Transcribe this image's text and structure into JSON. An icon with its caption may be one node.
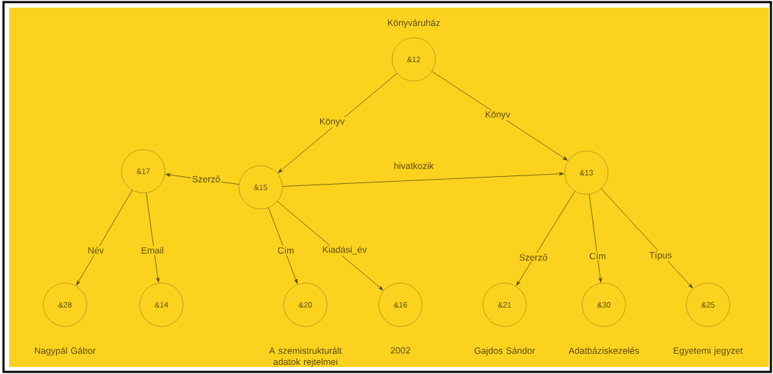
{
  "diagram": {
    "nodes": [
      {
        "text": [
          "&12"
        ],
        "beside": [
          "Könyváruház"
        ]
      },
      {
        "text": [
          "&17"
        ]
      },
      {
        "text": [
          "&15"
        ]
      },
      {
        "text": [
          "&13"
        ]
      },
      {
        "text": [
          "&28"
        ],
        "beside": [
          "Nagypál Gábor"
        ]
      },
      {
        "text": [
          "&14"
        ]
      },
      {
        "text": [
          "&20"
        ],
        "beside": [
          "A szemistrukturált adatok rejtelmei"
        ]
      },
      {
        "text": [
          "&16"
        ],
        "beside": [
          "2002"
        ]
      },
      {
        "text": [
          "&21"
        ],
        "beside": [
          "Gajdos Sándor"
        ]
      },
      {
        "text": [
          "&30"
        ],
        "beside": [
          "Adatbáziskezelés"
        ]
      },
      {
        "text": [
          "&25"
        ],
        "beside": [
          "Egyetemi jegyzet"
        ]
      }
    ],
    "edges": [
      {
        "from": 0,
        "to": 2,
        "arrow": "to",
        "label": "Könyv"
      },
      {
        "from": 0,
        "to": 3,
        "arrow": "to",
        "label": "Könyv"
      },
      {
        "from": 2,
        "to": 1,
        "arrow": "to",
        "label": "Szerző"
      },
      {
        "from": 2,
        "to": 3,
        "arrow": "to",
        "label": "hivatkozik"
      },
      {
        "from": 1,
        "to": 4,
        "arrow": "to",
        "label": "Név"
      },
      {
        "from": 1,
        "to": 5,
        "arrow": "to",
        "label": "Email"
      },
      {
        "from": 2,
        "to": 6,
        "arrow": "to",
        "label": "Cím"
      },
      {
        "from": 2,
        "to": 7,
        "arrow": "to",
        "label": "Kiadási_év"
      },
      {
        "from": 3,
        "to": 8,
        "arrow": "to",
        "label": "Szerző"
      },
      {
        "from": 3,
        "to": 9,
        "arrow": "to",
        "label": "Cím"
      },
      {
        "from": 3,
        "to": 10,
        "arrow": "to",
        "label": "Típus"
      }
    ]
  }
}
